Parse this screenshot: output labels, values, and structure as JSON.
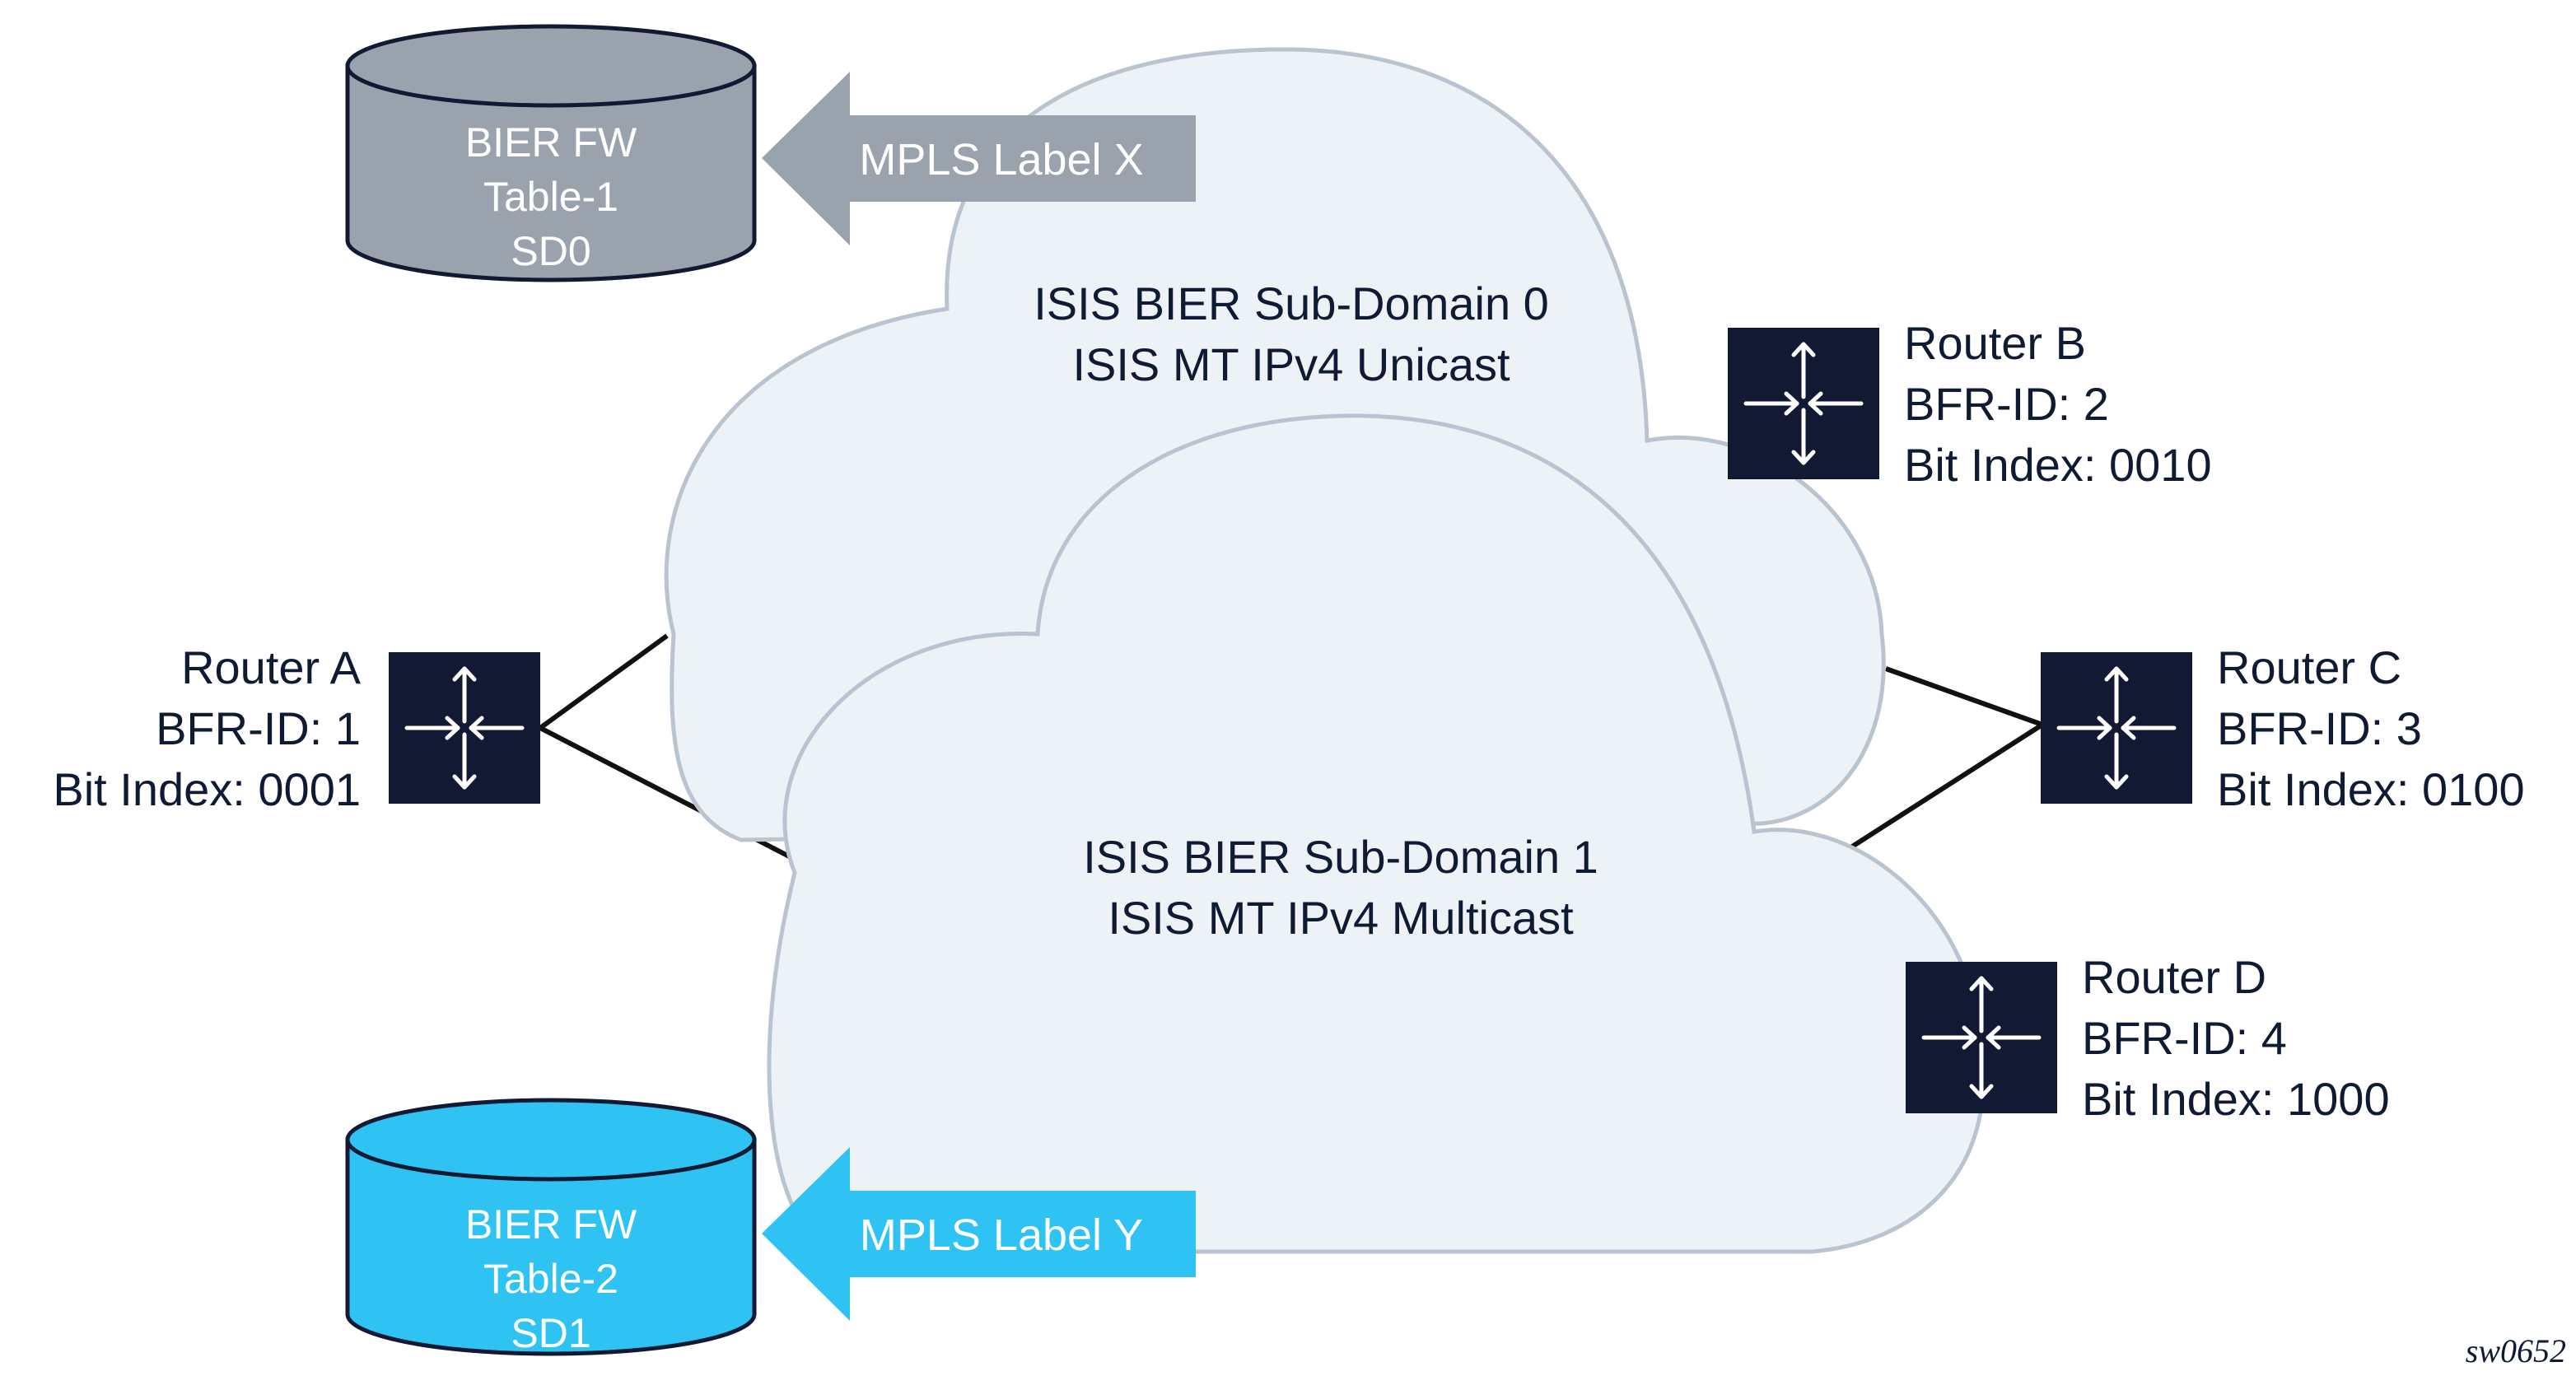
{
  "colors": {
    "cloud_fill": "#edf2f7",
    "cloud_stroke": "#b9c4d0",
    "router_fill": "#121a33",
    "router_icon": "#ffffff",
    "link": "#111111",
    "table1_fill": "#9aa3ad",
    "table2_fill": "#2ec3f2",
    "text": "#0f1a33"
  },
  "clouds": {
    "sd0": {
      "line1": "ISIS BIER Sub-Domain 0",
      "line2": "ISIS MT IPv4 Unicast"
    },
    "sd1": {
      "line1": "ISIS BIER Sub-Domain 1",
      "line2": "ISIS MT IPv4 Multicast"
    }
  },
  "tables": {
    "table1": {
      "line1": "BIER FW",
      "line2": "Table-1",
      "line3": "SD0"
    },
    "table2": {
      "line1": "BIER FW",
      "line2": "Table-2",
      "line3": "SD1"
    }
  },
  "arrows": {
    "x": {
      "label": "MPLS Label X"
    },
    "y": {
      "label": "MPLS Label Y"
    }
  },
  "routers": {
    "a": {
      "name": "Router A",
      "bfr_id": "BFR-ID: 1",
      "bit_index": "Bit Index: 0001",
      "icon": "router-icon"
    },
    "b": {
      "name": "Router B",
      "bfr_id": "BFR-ID: 2",
      "bit_index": "Bit Index: 0010",
      "icon": "router-icon"
    },
    "c": {
      "name": "Router C",
      "bfr_id": "BFR-ID: 3",
      "bit_index": "Bit Index: 0100",
      "icon": "router-icon"
    },
    "d": {
      "name": "Router D",
      "bfr_id": "BFR-ID: 4",
      "bit_index": "Bit Index: 1000",
      "icon": "router-icon"
    }
  },
  "figure_id": "sw0652"
}
